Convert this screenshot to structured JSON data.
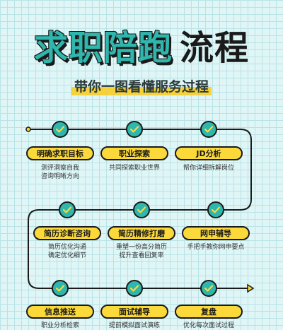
{
  "header": {
    "title_main": "求职陪跑",
    "title_suffix": "流程",
    "subtitle": "带你一图看懂服务过程"
  },
  "steps": [
    {
      "label": "明确求职目标",
      "desc": [
        "测评洞察自我",
        "咨询明晰方向"
      ]
    },
    {
      "label": "职业探索",
      "desc": [
        "共同探索职业世界"
      ]
    },
    {
      "label": "JD分析",
      "desc": [
        "帮你详细拆解岗位"
      ]
    },
    {
      "label": "简历诊断咨询",
      "desc": [
        "简历优化沟通",
        "确定优化细节"
      ]
    },
    {
      "label": "简历精修打磨",
      "desc": [
        "重塑一份高分简历",
        "提升查看回复率"
      ]
    },
    {
      "label": "网申辅导",
      "desc": [
        "手把手教你网申要点"
      ]
    },
    {
      "label": "信息推送",
      "desc": [
        "职业分析检索"
      ]
    },
    {
      "label": "面试辅导",
      "desc": [
        "提前模拟面试演练"
      ]
    },
    {
      "label": "复盘",
      "desc": [
        "优化每次面试过程"
      ]
    }
  ],
  "colors": {
    "teal": "#2fb6ad",
    "yellow": "#fcd93a",
    "dark": "#1a1a1a",
    "background": "#dff5f6"
  },
  "icons": {
    "node": "check-icon",
    "start": "start-dot-icon",
    "end": "arrow-right-icon"
  }
}
